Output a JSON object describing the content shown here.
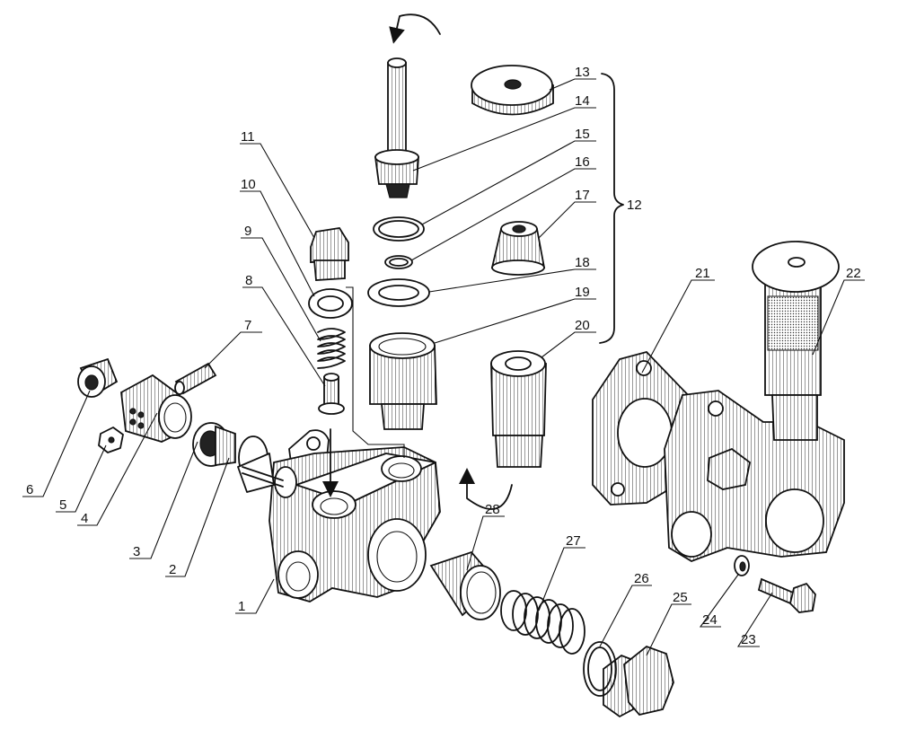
{
  "labels": [
    {
      "id": "1",
      "text": "1"
    },
    {
      "id": "2",
      "text": "2"
    },
    {
      "id": "3",
      "text": "3"
    },
    {
      "id": "4",
      "text": "4"
    },
    {
      "id": "5",
      "text": "5"
    },
    {
      "id": "6",
      "text": "6"
    },
    {
      "id": "7",
      "text": "7"
    },
    {
      "id": "8",
      "text": "8"
    },
    {
      "id": "9",
      "text": "9"
    },
    {
      "id": "10",
      "text": "10"
    },
    {
      "id": "11",
      "text": "11"
    },
    {
      "id": "12",
      "text": "12"
    },
    {
      "id": "13",
      "text": "13"
    },
    {
      "id": "14",
      "text": "14"
    },
    {
      "id": "15",
      "text": "15"
    },
    {
      "id": "16",
      "text": "16"
    },
    {
      "id": "17",
      "text": "17"
    },
    {
      "id": "18",
      "text": "18"
    },
    {
      "id": "19",
      "text": "19"
    },
    {
      "id": "20",
      "text": "20"
    },
    {
      "id": "21",
      "text": "21"
    },
    {
      "id": "22",
      "text": "22"
    },
    {
      "id": "23",
      "text": "23"
    },
    {
      "id": "24",
      "text": "24"
    },
    {
      "id": "25",
      "text": "25"
    },
    {
      "id": "26",
      "text": "26"
    },
    {
      "id": "27",
      "text": "27"
    },
    {
      "id": "28",
      "text": "28"
    }
  ]
}
